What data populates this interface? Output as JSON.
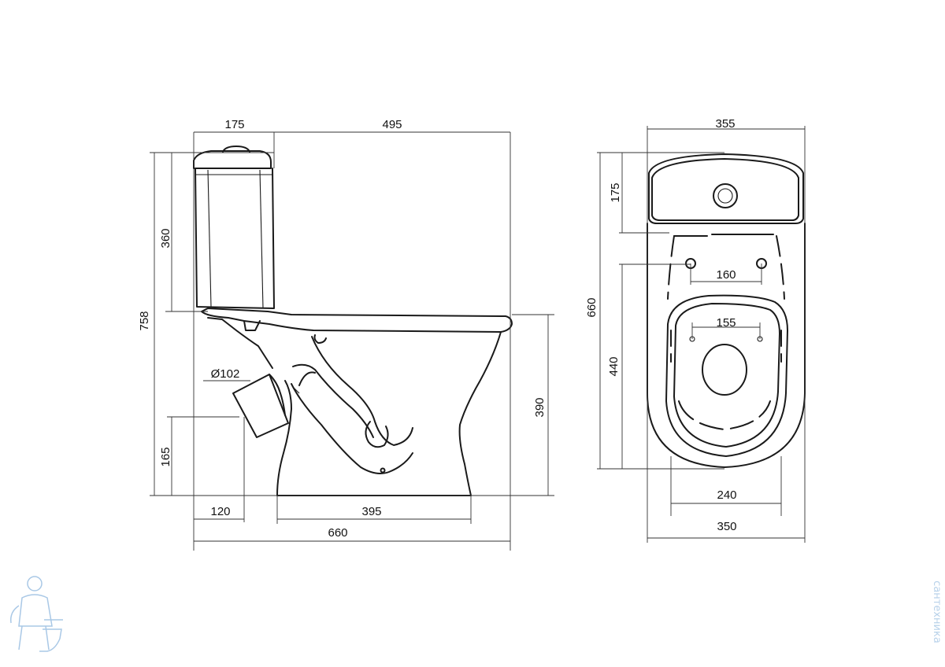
{
  "side_view": {
    "dims": {
      "tank_depth": "175",
      "bowl_projection": "495",
      "tank_height": "360",
      "total_height": "758",
      "outlet_diameter": "Ø102",
      "outlet_height": "165",
      "seat_height": "390",
      "outlet_setback": "120",
      "base_length": "395",
      "total_length": "660"
    }
  },
  "top_view": {
    "dims": {
      "tank_width": "355",
      "tank_depth": "175",
      "total_length": "660",
      "hole_spacing_tank": "160",
      "hole_spacing_seat": "155",
      "bowl_length": "440",
      "inner_width": "240",
      "bowl_width": "350"
    }
  },
  "watermark": {
    "text": "сантехника",
    "icon": "plumber-mascot-icon",
    "color": "#b8d2ea"
  }
}
